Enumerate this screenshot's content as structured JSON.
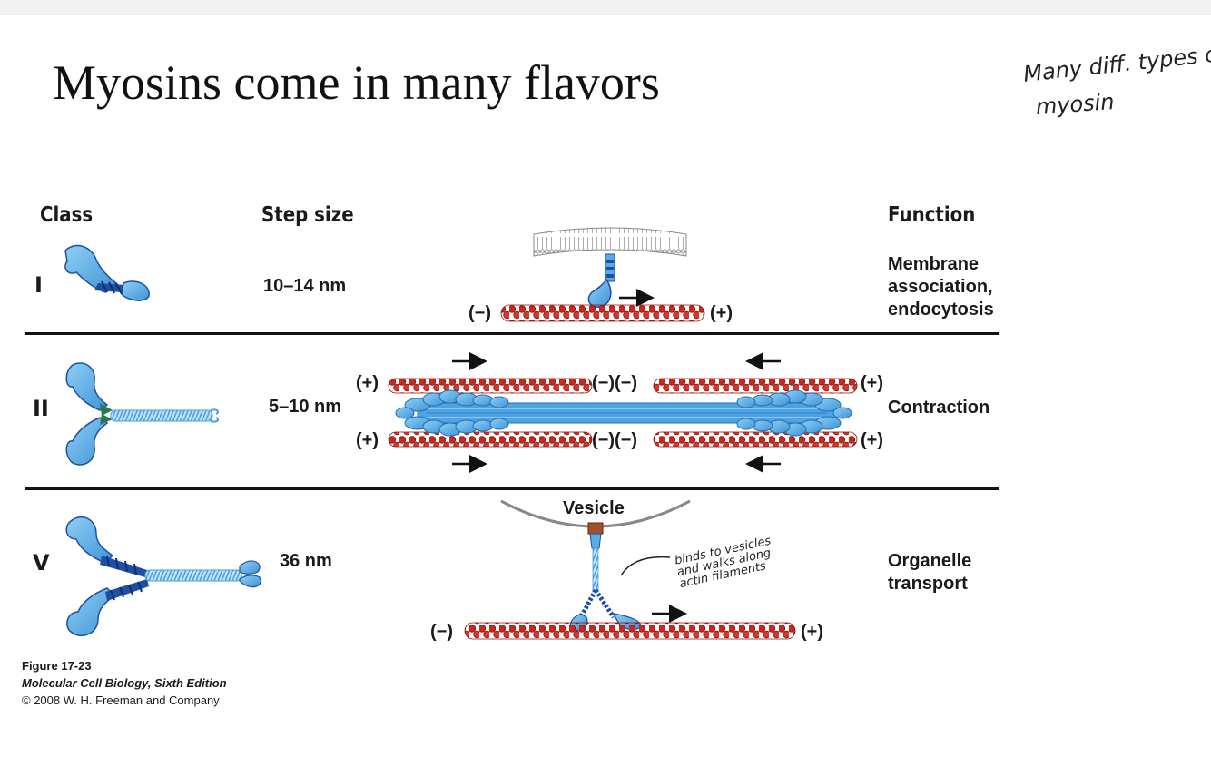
{
  "title": "Myosins come in many flavors",
  "handwritten_note": {
    "line1": "Many diff. types of",
    "line2": "myosin"
  },
  "headers": {
    "class": "Class",
    "step_size": "Step size",
    "function": "Function"
  },
  "rows": [
    {
      "class": "I",
      "step_size": "10–14 nm",
      "function": [
        "Membrane",
        "association,",
        "endocytosis"
      ]
    },
    {
      "class": "II",
      "step_size": "5–10 nm",
      "function": [
        "Contraction"
      ]
    },
    {
      "class": "V",
      "step_size": "36 nm",
      "function": [
        "Organelle",
        "transport"
      ]
    }
  ],
  "polarity": {
    "minus": "(−)",
    "plus": "(+)",
    "minus_pair": "(−)(−)"
  },
  "vesicle_label": "Vesicle",
  "annotation": {
    "line1": "binds to vesicles",
    "line2": "and walks along",
    "line3": "actin filaments"
  },
  "caption": {
    "figure": "Figure 17-23",
    "book": "Molecular Cell Biology, Sixth Edition",
    "copyright": "© 2008 W. H. Freeman and Company"
  },
  "colors": {
    "actin": "#c8281e",
    "myosin_head": "#5aace6",
    "myosin_dark": "#1f4fa3",
    "light_chain_green": "#2a7a4a",
    "membrane": "#888888",
    "cargo": "#a0522d"
  }
}
